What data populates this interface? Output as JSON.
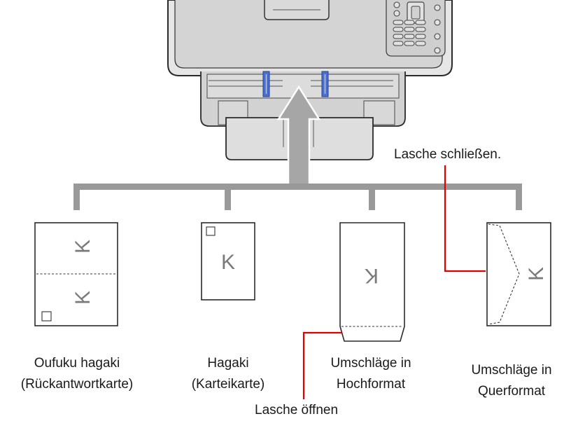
{
  "annotations": {
    "close_flap": "Lasche schließen.",
    "open_flap": "Lasche öffnen"
  },
  "media": [
    {
      "id": "oufuku",
      "line1": "Oufuku hagaki",
      "line2": "(Rückantwortkarte)",
      "card_glyph": "K"
    },
    {
      "id": "hagaki",
      "line1": "Hagaki",
      "line2": "(Karteikarte)",
      "card_glyph": "K"
    },
    {
      "id": "envelope-portrait",
      "line1": "Umschläge in",
      "line2": "Hochformat",
      "card_glyph": "K"
    },
    {
      "id": "envelope-landscape",
      "line1": "Umschläge in",
      "line2": "Querformat",
      "card_glyph": "K"
    }
  ],
  "colors": {
    "connector": "#999999",
    "arrow": "#a6a6a6",
    "callout_line": "#e00000",
    "printer_body": "#d3d3d3",
    "paper_guide": "#4a6fd0",
    "card_glyph": "#7a7a7a"
  },
  "icons": [
    "printer-illustration",
    "feed-direction-arrow",
    "paper-guide-icon"
  ]
}
